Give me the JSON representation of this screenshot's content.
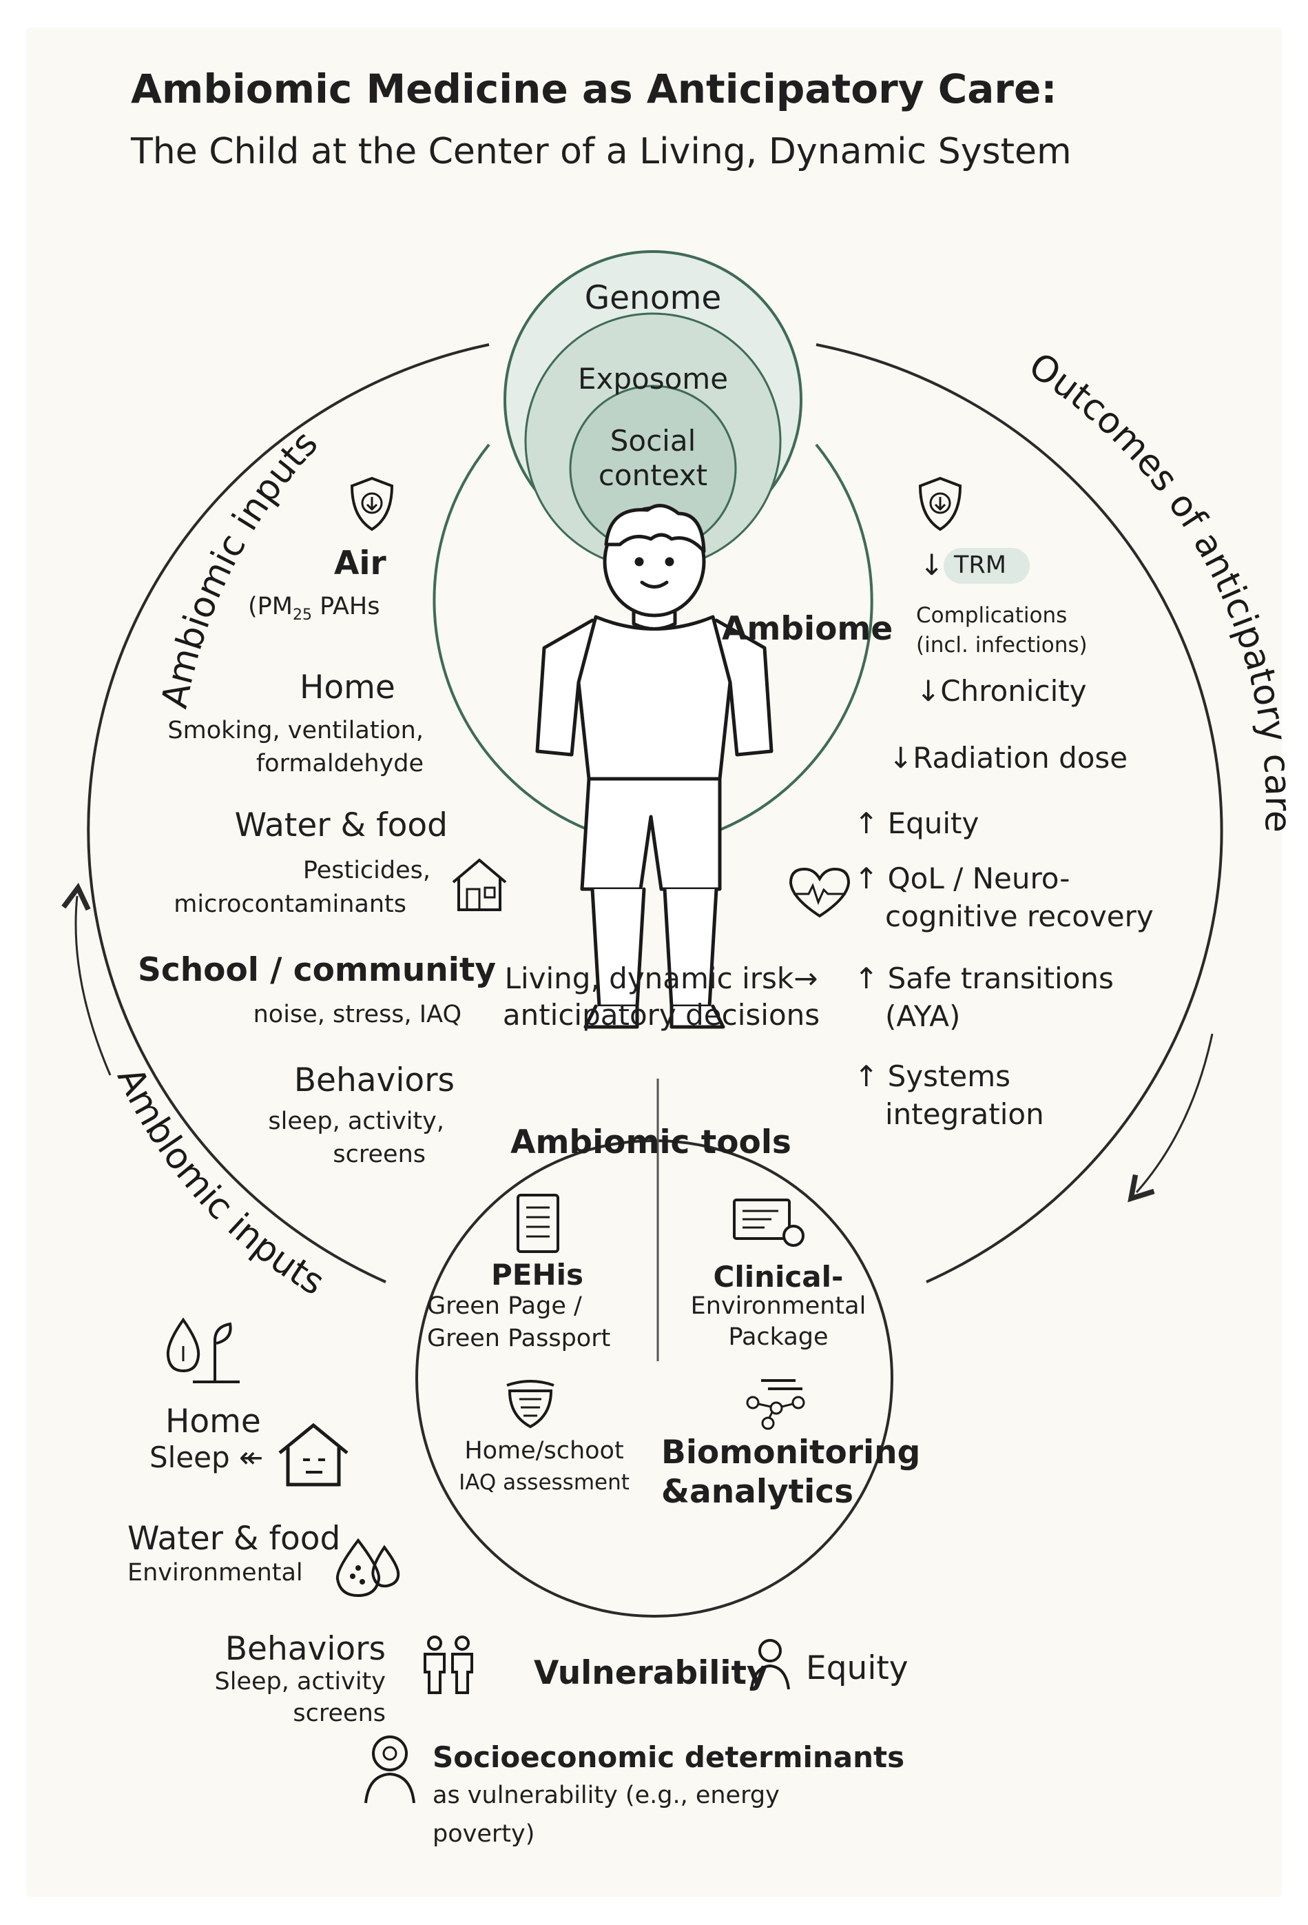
{
  "title": "Ambiomic Medicine as Anticipatory Care:",
  "subtitle": "The Child at the Center of a Living, Dynamic System",
  "circles": {
    "genome": "Genome",
    "exposome": "Exposome",
    "social_line1": "Social",
    "social_line2": "context"
  },
  "ambiome_label": "Ambiome",
  "arc_labels": {
    "left": "Ambiomic inputs",
    "right": "Outcomes of anticipatory care",
    "bottom_left": "Amblomic inputs"
  },
  "inputs": {
    "air": {
      "title": "Air",
      "detail_pre": "(PM",
      "detail_sub": "25",
      "detail_post": " PAHs"
    },
    "home": {
      "title": "Home",
      "line1": "Smoking, ventilation,",
      "line2": "formaldehyde"
    },
    "water": {
      "title": "Water & food",
      "line1": "Pesticides,",
      "line2": "microcontaminants"
    },
    "school": {
      "title": "School / community",
      "line1": "noise, stress, IAQ"
    },
    "behaviors": {
      "title": "Behaviors",
      "line1": "sleep, activity,",
      "line2": "screens"
    }
  },
  "center_text": {
    "line1": "Living, dynamic irsk→",
    "line2": "anticipatory decisions"
  },
  "outcomes": {
    "trm": "TRM",
    "trm_arrow": "↓",
    "complications_line1": "Complications",
    "complications_line2": "(incl. infections)",
    "items": [
      {
        "arrow": "↓",
        "text": "Chronicity"
      },
      {
        "arrow": "↓",
        "text": "Radiation dose"
      },
      {
        "arrow": "↑",
        "text": "Equity"
      },
      {
        "arrow": "↑",
        "text": "QoL / Neuro-",
        "text2": "cognitive recovery"
      },
      {
        "arrow": "↑",
        "text": "Safe transitions",
        "text2": "(AYA)"
      },
      {
        "arrow": "↑",
        "text": "Systems",
        "text2": "integration"
      }
    ]
  },
  "tools": {
    "title": "Ambiomic tools",
    "pehis": {
      "title": "PEHis",
      "line1": "Green Page /",
      "line2": "Green Passport"
    },
    "clinical": {
      "line1": "Clinical-",
      "line2": "Environmental",
      "line3": "Package"
    },
    "homeschool": {
      "line1": "Home/schoot",
      "line2": "IAQ assessment"
    },
    "bio": {
      "line1": "Biomonitoring",
      "line2": "&analytics"
    }
  },
  "bottom": {
    "home_title": "Home",
    "sleep": "Sleep ↞",
    "water_title": "Water & food",
    "water_detail": "Environmental",
    "behaviors_title": "Behaviors",
    "behaviors_line1": "Sleep, activity",
    "behaviors_line2": "screens",
    "vulnerability": "Vulnerability",
    "equity": "Equity",
    "socio_title": "Socioeconomic determinants",
    "socio_line1": "as vulnerability (e.g., energy",
    "socio_line2": "poverty)"
  }
}
